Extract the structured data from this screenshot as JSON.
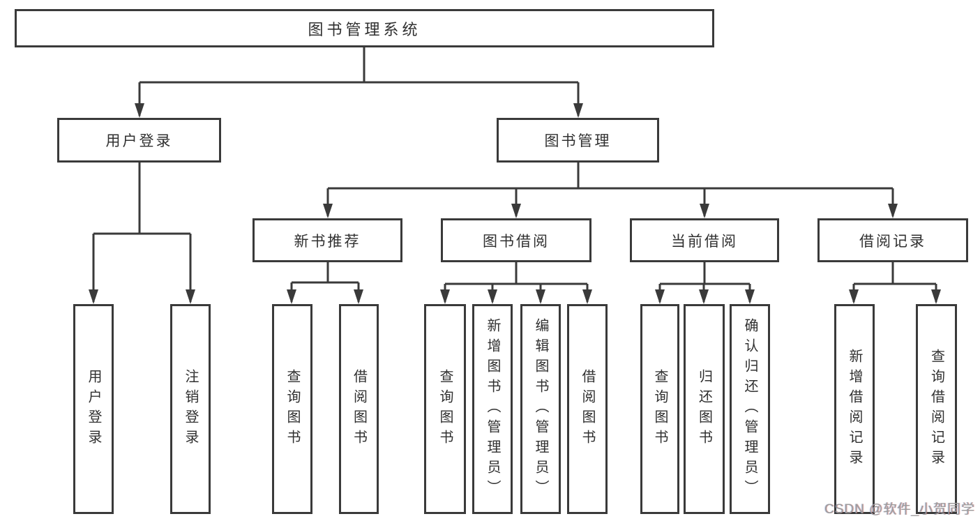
{
  "colors": {
    "line": "#3a3a3a",
    "text": "#303030",
    "watermark": "#9c9c9c",
    "bg": "#ffffff"
  },
  "tree": {
    "root": {
      "label": "图书管理系统",
      "children": [
        {
          "label": "用户登录",
          "children": [
            {
              "label": "用户登录"
            },
            {
              "label": "注销登录"
            }
          ]
        },
        {
          "label": "图书管理",
          "children": [
            {
              "label": "新书推荐",
              "children": [
                {
                  "label": "查询图书"
                },
                {
                  "label": "借阅图书"
                }
              ]
            },
            {
              "label": "图书借阅",
              "children": [
                {
                  "label": "查询图书"
                },
                {
                  "label": "新增图书（管理员）"
                },
                {
                  "label": "编辑图书（管理员）"
                },
                {
                  "label": "借阅图书"
                }
              ]
            },
            {
              "label": "当前借阅",
              "children": [
                {
                  "label": "查询图书"
                },
                {
                  "label": "归还图书"
                },
                {
                  "label": "确认归还（管理员）"
                }
              ]
            },
            {
              "label": "借阅记录",
              "children": [
                {
                  "label": "新增借阅记录"
                },
                {
                  "label": "查询借阅记录"
                }
              ]
            }
          ]
        }
      ]
    }
  },
  "watermark": {
    "text": "CSDN @软件_小贺同学"
  }
}
